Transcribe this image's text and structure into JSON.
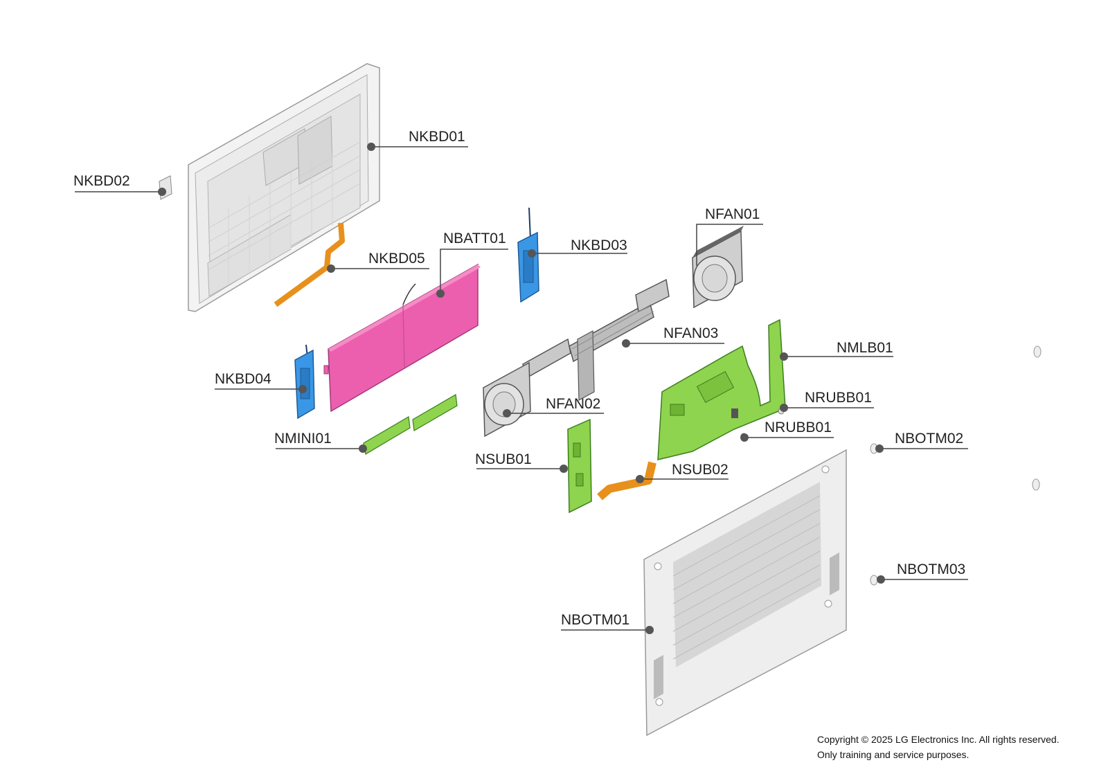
{
  "diagram": {
    "callouts": [
      {
        "id": "nkbd01",
        "code": "NKBD01"
      },
      {
        "id": "nkbd02",
        "code": "NKBD02"
      },
      {
        "id": "nkbd05",
        "code": "NKBD05"
      },
      {
        "id": "nbatt01",
        "code": "NBATT01"
      },
      {
        "id": "nkbd03",
        "code": "NKBD03"
      },
      {
        "id": "nfan01",
        "code": "NFAN01"
      },
      {
        "id": "nfan03",
        "code": "NFAN03"
      },
      {
        "id": "nmlb01",
        "code": "NMLB01"
      },
      {
        "id": "nkbd04",
        "code": "NKBD04"
      },
      {
        "id": "nrubb01a",
        "code": "NRUBB01"
      },
      {
        "id": "nfan02",
        "code": "NFAN02"
      },
      {
        "id": "nrubb01b",
        "code": "NRUBB01"
      },
      {
        "id": "nmini01",
        "code": "NMINI01"
      },
      {
        "id": "nbotm02",
        "code": "NBOTM02"
      },
      {
        "id": "nsub01",
        "code": "NSUB01"
      },
      {
        "id": "nsub02",
        "code": "NSUB02"
      },
      {
        "id": "nbotm03",
        "code": "NBOTM03"
      },
      {
        "id": "nbotm01",
        "code": "NBOTM01"
      }
    ],
    "colors": {
      "battery": "#ec5fae",
      "speaker": "#3a97e6",
      "board": "#8ed44e",
      "cable": "#e8901c",
      "metal": "#c9c9c9",
      "case": "#eeeeee"
    }
  },
  "footer": {
    "copyright": "Copyright © 2025 LG Electronics Inc. All rights reserved.",
    "note": "Only training and service purposes."
  }
}
